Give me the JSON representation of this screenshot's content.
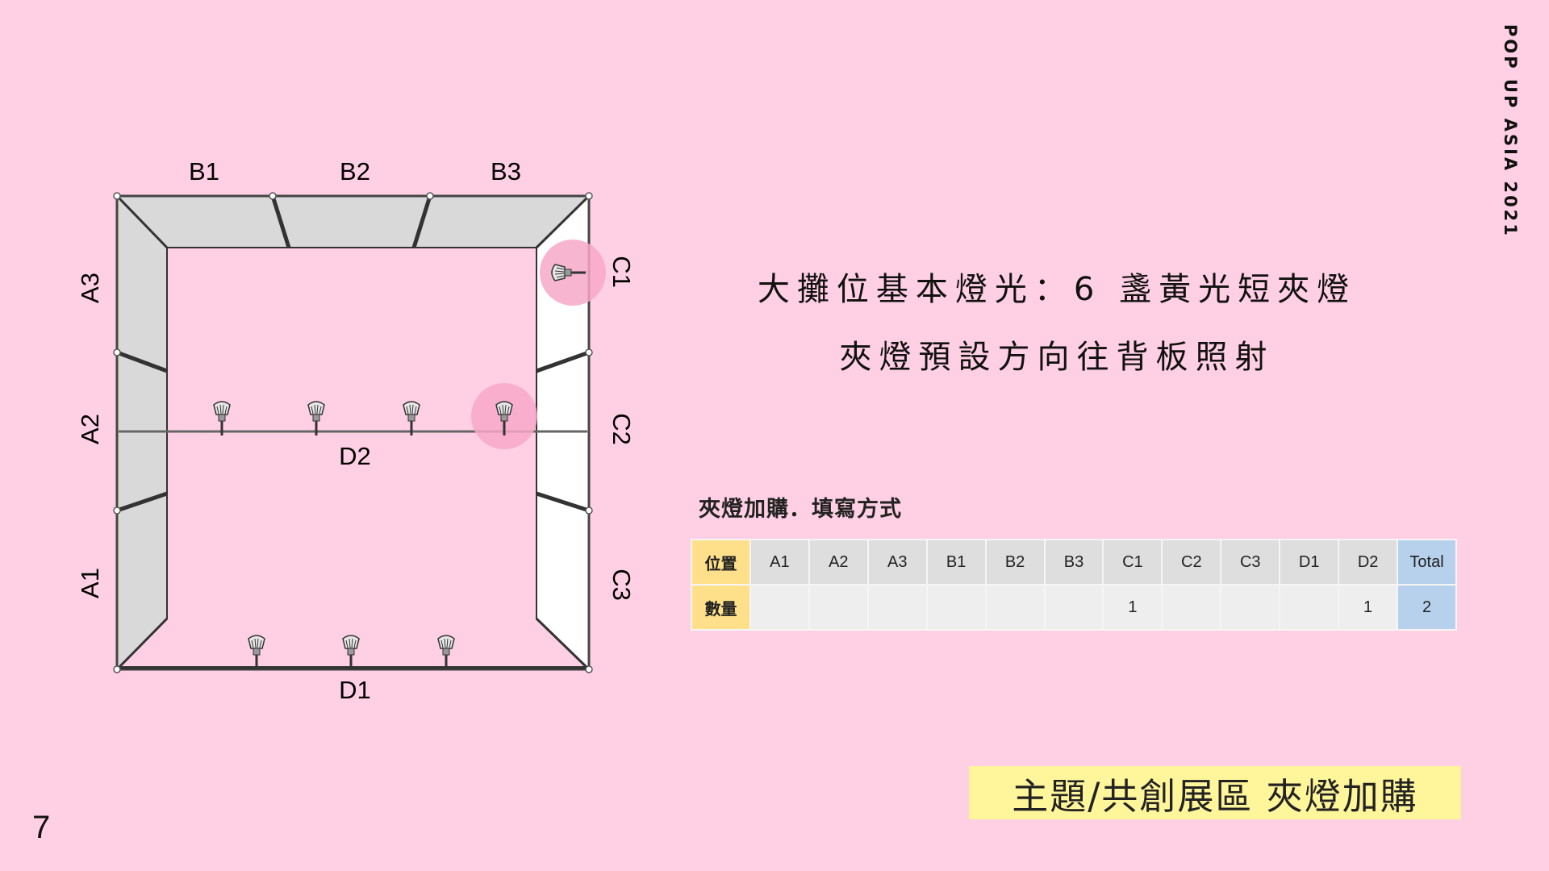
{
  "brand": "POP UP ASIA 2021",
  "page_number": "7",
  "headline": {
    "line1": "大攤位基本燈光：6 盞黃光短夾燈",
    "line2": "夾燈預設方向往背板照射"
  },
  "diagram": {
    "labels": {
      "A1": "A1",
      "A2": "A2",
      "A3": "A3",
      "B1": "B1",
      "B2": "B2",
      "B3": "B3",
      "C1": "C1",
      "C2": "C2",
      "C3": "C3",
      "D1": "D1",
      "D2": "D2"
    },
    "colors": {
      "panel": "#d9d9d9",
      "highlight": "#f7a8c8"
    }
  },
  "table": {
    "caption": "夾燈加購．填寫方式",
    "row_labels": [
      "位置",
      "數量"
    ],
    "columns": [
      "A1",
      "A2",
      "A3",
      "B1",
      "B2",
      "B3",
      "C1",
      "C2",
      "C3",
      "D1",
      "D2",
      "Total"
    ],
    "quantities": [
      "",
      "",
      "",
      "",
      "",
      "",
      "1",
      "",
      "",
      "",
      "1",
      "2"
    ],
    "colors": {
      "label_bg": "#ffe08a",
      "total_bg": "#b7d1ec"
    }
  },
  "banner": "主題/共創展區 夾燈加購"
}
